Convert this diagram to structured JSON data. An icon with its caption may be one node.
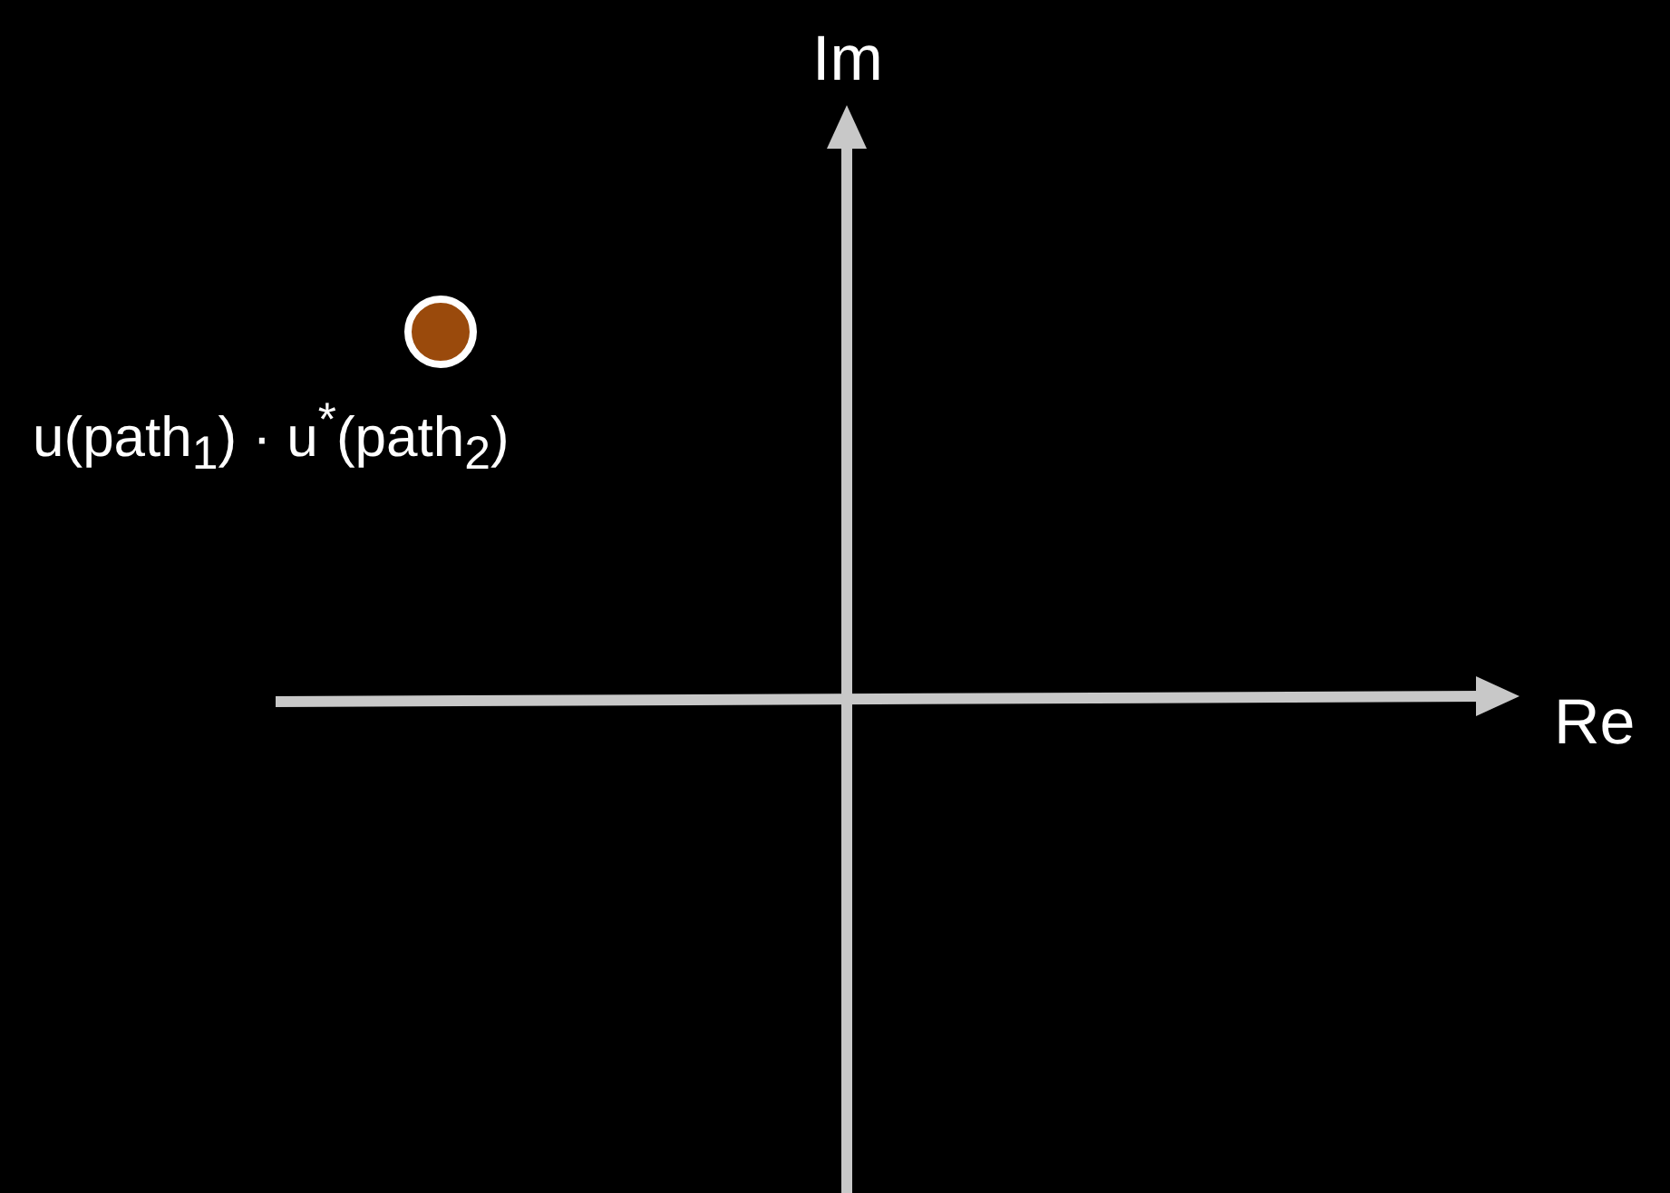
{
  "diagram": {
    "nodes": [
      {
        "text": [],
        "shape": "circle",
        "beside": [
          "u(path$_{1}$) · u$^{*}$(path$_{2}$)"
        ]
      }
    ],
    "edges": [],
    "labels": [
      "Im",
      "Re"
    ]
  }
}
